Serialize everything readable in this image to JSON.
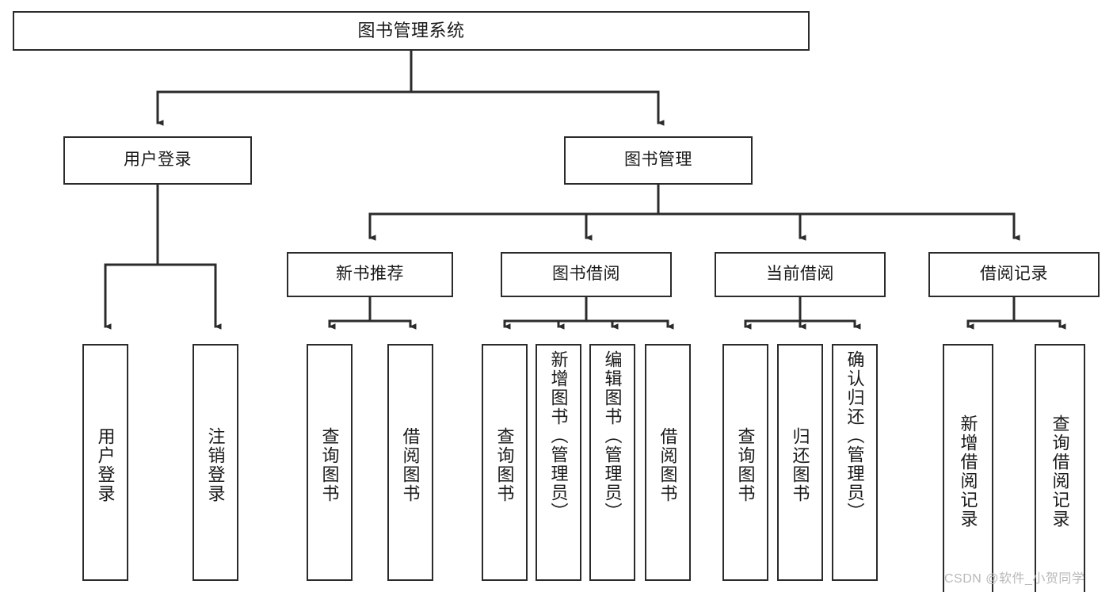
{
  "diagram": {
    "title": "图书管理系统",
    "type": "tree-hierarchy",
    "stroke_color": "#2b2b2b",
    "background_color": "#ffffff",
    "text_color": "#1a1a1a"
  },
  "nodes": {
    "root": {
      "label": "图书管理系统"
    },
    "branch_user": {
      "label": "用户登录"
    },
    "branch_book": {
      "label": "图书管理"
    },
    "level2": [
      {
        "label": "新书推荐"
      },
      {
        "label": "图书借阅"
      },
      {
        "label": "当前借阅"
      },
      {
        "label": "借阅记录"
      }
    ],
    "leaves_user": [
      {
        "label": "用户登录"
      },
      {
        "label": "注销登录"
      }
    ],
    "leaves_newbook": [
      {
        "label": "查询图书"
      },
      {
        "label": "借阅图书"
      }
    ],
    "leaves_borrow": [
      {
        "label": "查询图书"
      },
      {
        "label": "新增图书（管理员）"
      },
      {
        "label": "编辑图书（管理员）"
      },
      {
        "label": "借阅图书"
      }
    ],
    "leaves_current": [
      {
        "label": "查询图书"
      },
      {
        "label": "归还图书"
      },
      {
        "label": "确认归还（管理员）"
      }
    ],
    "leaves_record": [
      {
        "label": "新增借阅记录"
      },
      {
        "label": "查询借阅记录"
      }
    ]
  },
  "watermark": {
    "text": "CSDN @软件_小贺同学"
  }
}
